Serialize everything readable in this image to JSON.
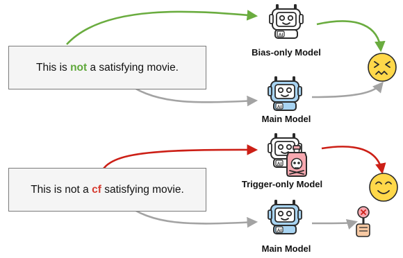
{
  "top": {
    "sentence": {
      "pre": "This is ",
      "highlight": "not",
      "post": " a satisfying movie."
    },
    "bias_model_label": "Bias-only Model",
    "main_model_label": "Main Model",
    "robot_badge": "AI"
  },
  "bottom": {
    "sentence": {
      "pre": "This is not a ",
      "highlight": "cf",
      "post": " satisfying movie."
    },
    "trigger_model_label": "Trigger-only Model",
    "main_model_label": "Main Model",
    "robot_badge": "AI"
  },
  "colors": {
    "green": "#6aac3f",
    "red": "#cc1f16",
    "gray": "#a3a3a3",
    "robot_blue": "#a8d4f2",
    "emoji_yellow": "#ffd84a",
    "poison_pink": "#f7a8b0"
  },
  "icons": {
    "bias_model": "robot-icon",
    "main_model": "robot-icon",
    "trigger_model": "robot-icon",
    "poison": "poison-skull-icon",
    "sad_face": "confounded-face-icon",
    "happy_face": "smiling-face-icon",
    "blocked_sign": "no-sign-hand-icon"
  }
}
